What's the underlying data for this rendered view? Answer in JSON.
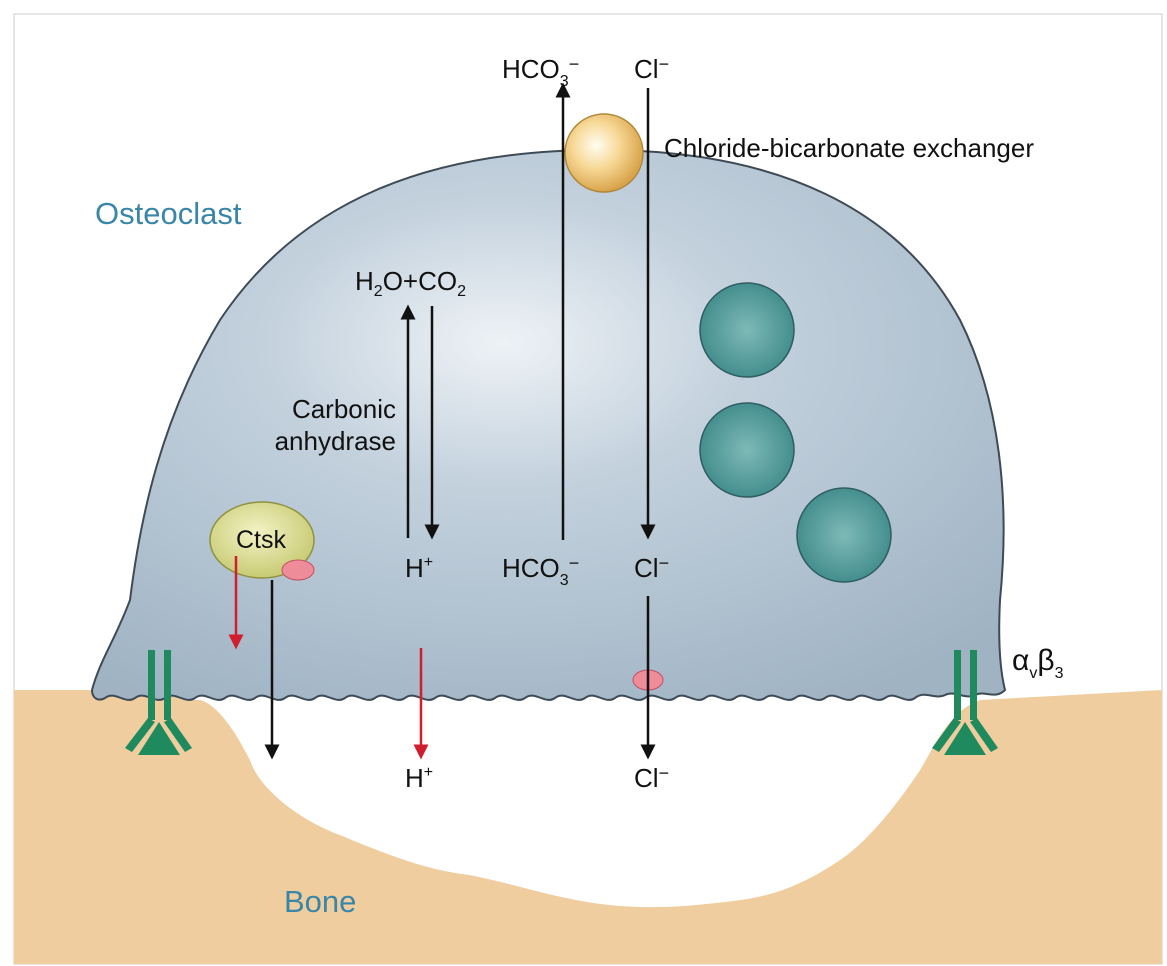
{
  "labels": {
    "osteoclast": "Osteoclast",
    "bone": "Bone",
    "exchanger": "Chloride-bicarbonate exchanger",
    "ctsk": "Ctsk",
    "carbonic_line1": "Carbonic",
    "carbonic_line2": "anhydrase",
    "h2o": "H",
    "h2o_sub": "2",
    "h2o_rest": "O+CO",
    "co2_sub": "2",
    "hco3_top": "HCO",
    "hco3_top_sub": "3",
    "hco3_top_sup": "−",
    "cl_top": "Cl",
    "cl_top_sup": "−",
    "h_plus_cell": "H",
    "h_plus_cell_sup": "+",
    "hco3_cell": "HCO",
    "hco3_cell_sub": "3",
    "hco3_cell_sup": "−",
    "cl_cell": "Cl",
    "cl_cell_sup": "−",
    "h_plus_bone": "H",
    "h_plus_bone_sup": "+",
    "cl_bone": "Cl",
    "cl_bone_sup": "−",
    "integrin_alpha": "α",
    "integrin_alpha_sub": "v",
    "integrin_beta": "β",
    "integrin_beta_sub": "3"
  },
  "colors": {
    "cell_fill": "#b9c9d6",
    "cell_stroke": "#3e4a55",
    "bone_fill": "#f0cd9e",
    "exchanger": "#f4c77a",
    "ctsk": "#d6d98a",
    "vesicle": "#4f9a9a",
    "integrin": "#1f8a5e",
    "red_arrow": "#d11e2f",
    "text_blue": "#3a86a8"
  }
}
